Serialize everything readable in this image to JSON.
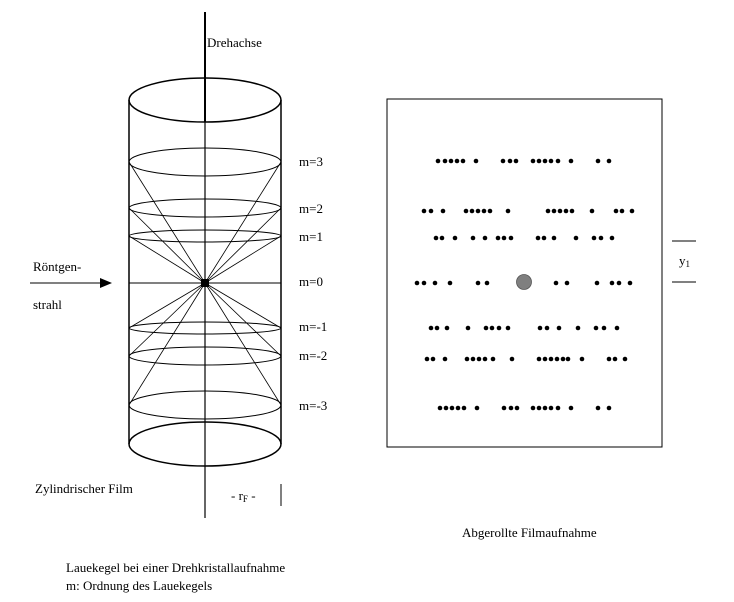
{
  "labels": {
    "rotation_axis": "Drehachse",
    "xray_line1": "Röntgen-",
    "xray_line2": "strahl",
    "film_name": "Zylindrischer Film",
    "radius_prefix": "- r",
    "radius_sub": "F",
    "radius_suffix": " -",
    "unrolled_film": "Abgerollte Filmaufnahme",
    "y_label": "y",
    "y_sub": "1",
    "caption_line1": "Lauekegel bei einer Drehkristallaufnahme",
    "caption_line2": "m: Ordnung des Lauekegels"
  },
  "orders": [
    {
      "label": "m=3",
      "m": 3
    },
    {
      "label": "m=2",
      "m": 2
    },
    {
      "label": "m=1",
      "m": 1
    },
    {
      "label": "m=0",
      "m": 0
    },
    {
      "label": "m=-1",
      "m": -1
    },
    {
      "label": "m=-2",
      "m": -2
    },
    {
      "label": "m=-3",
      "m": -3
    }
  ],
  "colors": {
    "ink": "#000000",
    "central_spot": "#7f7f7f"
  }
}
